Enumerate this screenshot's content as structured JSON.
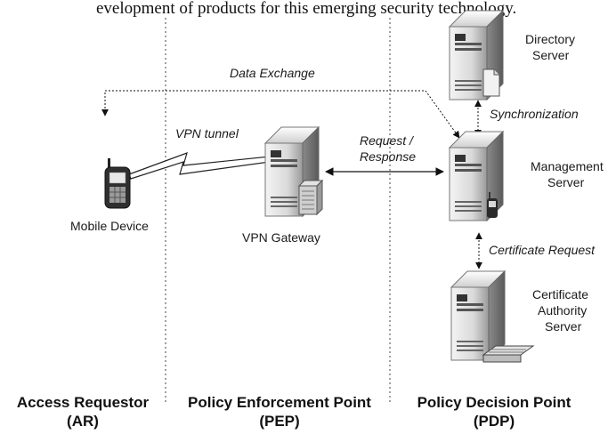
{
  "header_text": "evelopment of products for this emerging security technology.",
  "nodes": {
    "directory_server": {
      "line1": "Directory",
      "line2": "Server"
    },
    "management_server": {
      "line1": "Management",
      "line2": "Server"
    },
    "certificate_authority": {
      "line1": "Certificate",
      "line2": "Authority",
      "line3": "Server"
    },
    "vpn_gateway": {
      "label": "VPN Gateway"
    },
    "mobile_device": {
      "label": "Mobile Device"
    }
  },
  "edges": {
    "data_exchange": "Data Exchange",
    "vpn_tunnel": "VPN tunnel",
    "request_response_1": "Request /",
    "request_response_2": "Response",
    "synchronization": "Synchronization",
    "certificate_request": "Certificate Request"
  },
  "zones": {
    "ar": {
      "line1": "Access Requestor",
      "line2": "(AR)"
    },
    "pep": {
      "line1": "Policy Enforcement Point",
      "line2": "(PEP)"
    },
    "pdp": {
      "line1": "Policy Decision Point",
      "line2": "(PDP)"
    }
  }
}
